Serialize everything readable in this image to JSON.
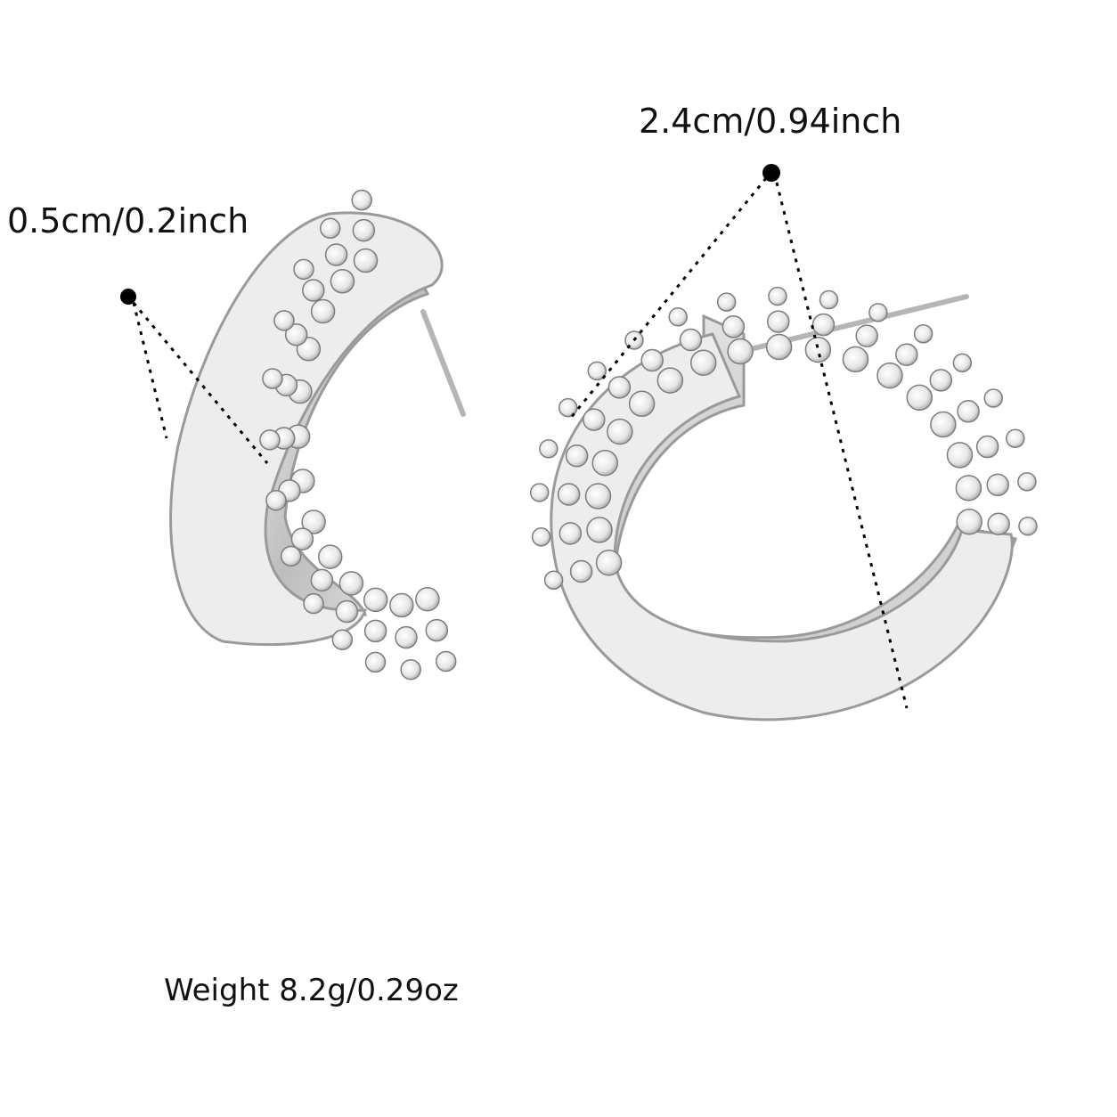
{
  "dimensions": {
    "thickness": "0.5cm/0.2inch",
    "diameter": "2.4cm/0.94inch"
  },
  "weight": "Weight 8.2g/0.29oz",
  "colors": {
    "background": "#ffffff",
    "text": "#111111",
    "metal": "#d9d9d9",
    "crystal": "#f4f4f4",
    "crystal_outline": "#8a8a8a"
  }
}
